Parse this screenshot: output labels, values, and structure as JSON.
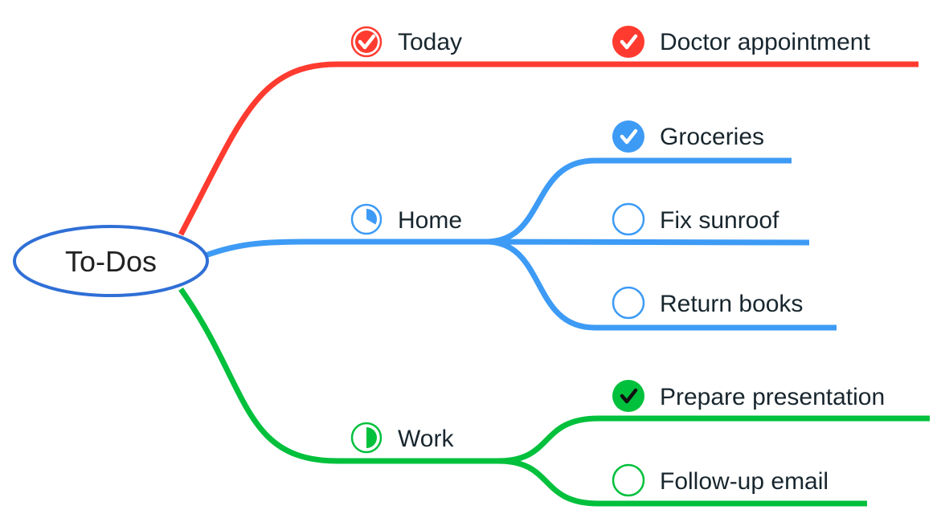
{
  "root": {
    "label": "To-Dos",
    "color": "#2f6fd6"
  },
  "branches": [
    {
      "label": "Today",
      "color": "#ff3b30",
      "icon": "checked-circle-icon",
      "progress": 1,
      "items": [
        {
          "label": "Doctor appointment",
          "done": true
        }
      ]
    },
    {
      "label": "Home",
      "color": "#3d9bf5",
      "icon": "progress-pie-icon",
      "progress": 0.333,
      "items": [
        {
          "label": "Groceries",
          "done": true
        },
        {
          "label": "Fix sunroof",
          "done": false
        },
        {
          "label": "Return books",
          "done": false
        }
      ]
    },
    {
      "label": "Work",
      "color": "#00c03c",
      "icon": "progress-pie-icon",
      "progress": 0.5,
      "items": [
        {
          "label": "Prepare presentation",
          "done": true
        },
        {
          "label": "Follow-up email",
          "done": false
        }
      ]
    }
  ]
}
